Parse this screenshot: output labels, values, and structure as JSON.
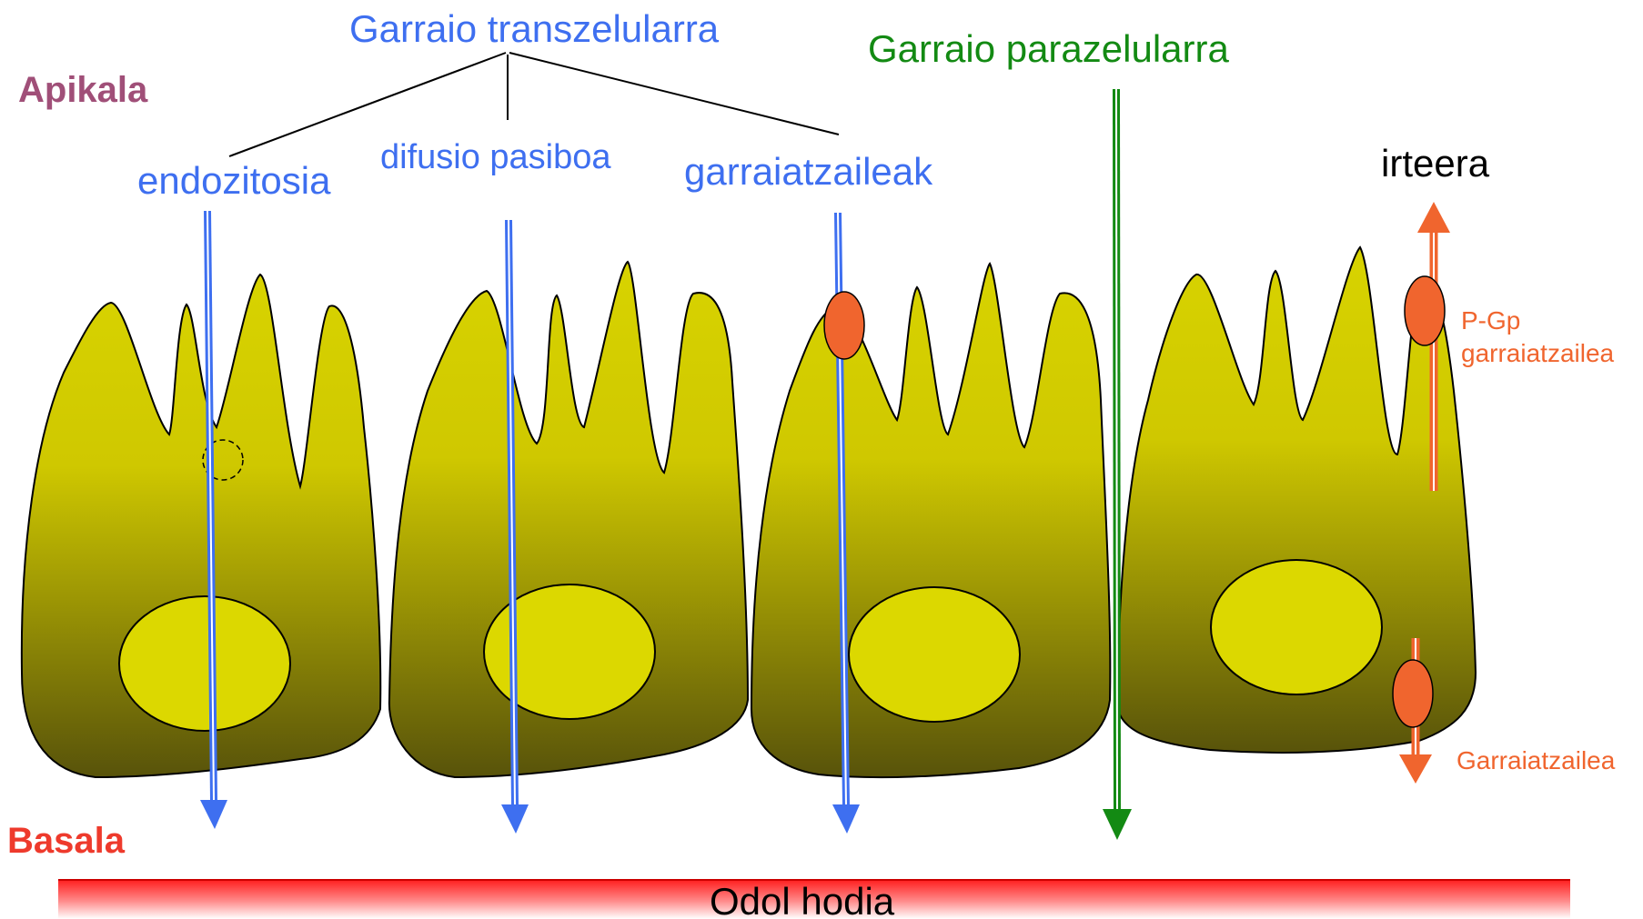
{
  "labels": {
    "apical": "Apikala",
    "basal": "Basala",
    "transcellular": "Garraio transzelularra",
    "paracellular": "Garraio parazelularra",
    "endocytosis": "endozitosia",
    "passive_diffusion": "difusio pasiboa",
    "transporters": "garraiatzaileak",
    "efflux": "irteera",
    "pgp_line1": "P-Gp",
    "pgp_line2": "garraiatzailea",
    "transporter": "Garraiatzailea",
    "blood_vessel": "Odol hodia"
  },
  "colors": {
    "apical": "#a04f78",
    "basal": "#ee3a2c",
    "transcellular": "#3e6ff0",
    "paracellular": "#138a13",
    "transporter": "#f0652e",
    "cell_top": "#d8d300",
    "cell_bottom": "#58530a",
    "nucleus": "#dcd800",
    "vessel": "#ff2a2a"
  }
}
